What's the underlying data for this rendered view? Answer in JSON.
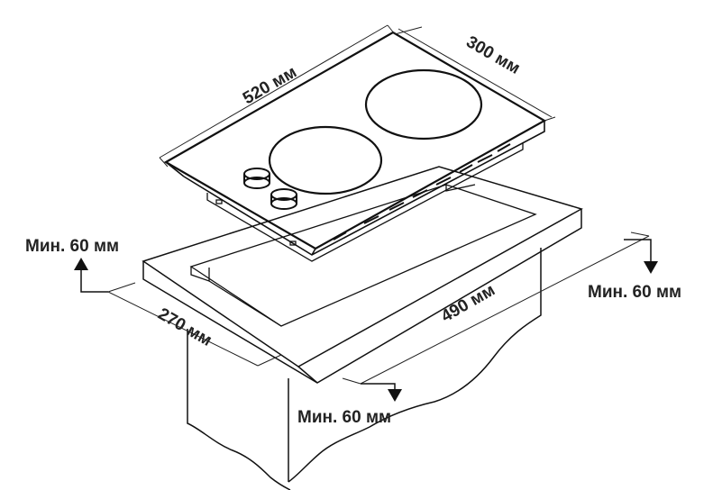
{
  "diagram": {
    "dims": {
      "hob_width": "520 мм",
      "hob_depth": "300 мм",
      "cutout_depth": "270 мм",
      "cutout_width": "490 мм"
    },
    "clearances": {
      "left": "Мин. 60 мм",
      "right": "Мин. 60 мм",
      "front": "Мин. 60 мм"
    },
    "colors": {
      "line": "#111111",
      "text": "#222222",
      "background": "#ffffff"
    }
  }
}
